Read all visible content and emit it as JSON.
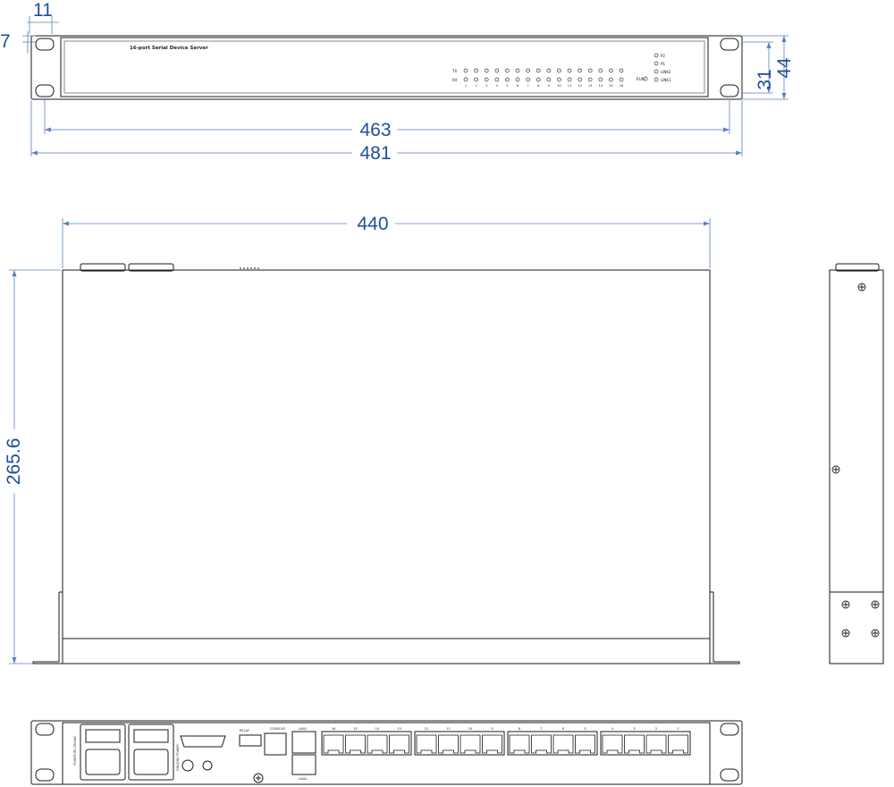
{
  "dimensions": {
    "ear_hole_width": "11",
    "ear_hole_offset": "7",
    "inner_height": "31",
    "total_height": "44",
    "mount_hole_spacing": "463",
    "total_width": "481",
    "body_width": "440",
    "body_depth": "265.6"
  },
  "front_panel": {
    "model_label": "16-port Serial Device Server",
    "tx_label": "TX",
    "rx_label": "RX",
    "port_numbers": [
      "1",
      "2",
      "3",
      "4",
      "5",
      "6",
      "7",
      "8",
      "9",
      "10",
      "11",
      "12",
      "13",
      "14",
      "15",
      "16"
    ],
    "run_label": "RUN",
    "status_labels": [
      "P2",
      "P1",
      "LINK2",
      "LINK1"
    ]
  },
  "rear_panel": {
    "power_labels": [
      "POWER\n85-264VAC",
      "POWER\n85-264VAC"
    ],
    "ground_label": "GROUND\nPOWER",
    "console_label": "CONSOLE",
    "lan_labels": [
      "LAN1",
      "LAN2"
    ],
    "relay_label": "RELAY",
    "port_labels": [
      "16",
      "15",
      "14",
      "13",
      "12",
      "11",
      "10",
      "9",
      "8",
      "7",
      "6",
      "5",
      "4",
      "3",
      "2",
      "1"
    ]
  },
  "colors": {
    "dimension_text": "#1f4e97",
    "dimension_line": "#5b7fbf",
    "outline": "#1a1a1a"
  }
}
